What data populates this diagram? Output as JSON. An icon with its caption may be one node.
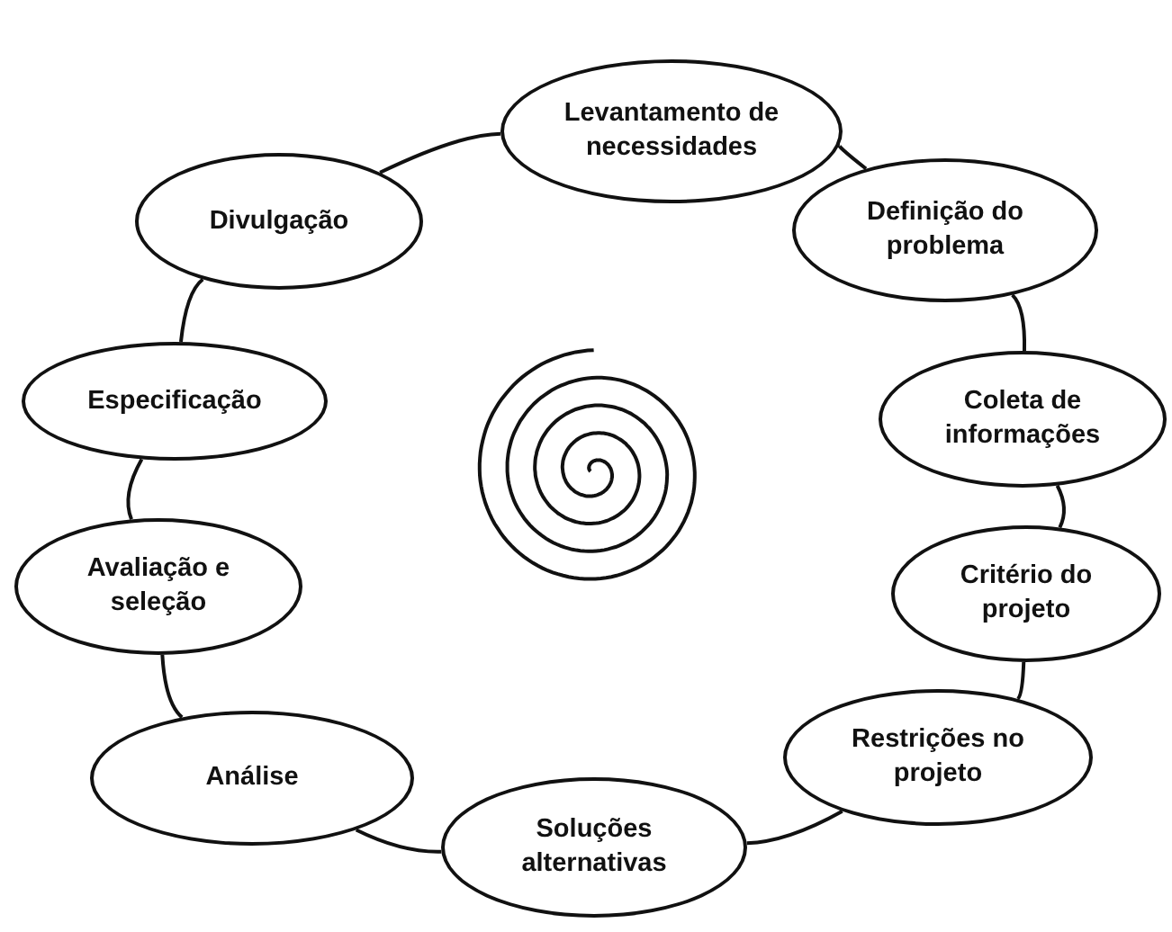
{
  "diagram": {
    "nodes": [
      {
        "text": [
          "Levantamento de necessidades"
        ]
      },
      {
        "text": [
          "Definição do problema"
        ]
      },
      {
        "text": [
          "Coleta de informações"
        ]
      },
      {
        "text": [
          "Critério do projeto"
        ]
      },
      {
        "text": [
          "Restrições no projeto"
        ]
      },
      {
        "text": [
          "Soluções alternativas"
        ]
      },
      {
        "text": [
          "Análise"
        ]
      },
      {
        "text": [
          "Avaliação e seleção"
        ]
      },
      {
        "text": [
          "Especificação"
        ]
      },
      {
        "text": [
          "Divulgação"
        ]
      }
    ],
    "edges": [
      {
        "from": 0,
        "to": 1,
        "arrow": "none"
      },
      {
        "from": 1,
        "to": 2,
        "arrow": "none"
      },
      {
        "from": 2,
        "to": 3,
        "arrow": "none"
      },
      {
        "from": 3,
        "to": 4,
        "arrow": "none"
      },
      {
        "from": 4,
        "to": 5,
        "arrow": "none"
      },
      {
        "from": 5,
        "to": 6,
        "arrow": "none"
      },
      {
        "from": 6,
        "to": 7,
        "arrow": "none"
      },
      {
        "from": 7,
        "to": 8,
        "arrow": "none"
      },
      {
        "from": 8,
        "to": 9,
        "arrow": "none"
      },
      {
        "from": 9,
        "to": 0,
        "arrow": "none"
      }
    ]
  }
}
